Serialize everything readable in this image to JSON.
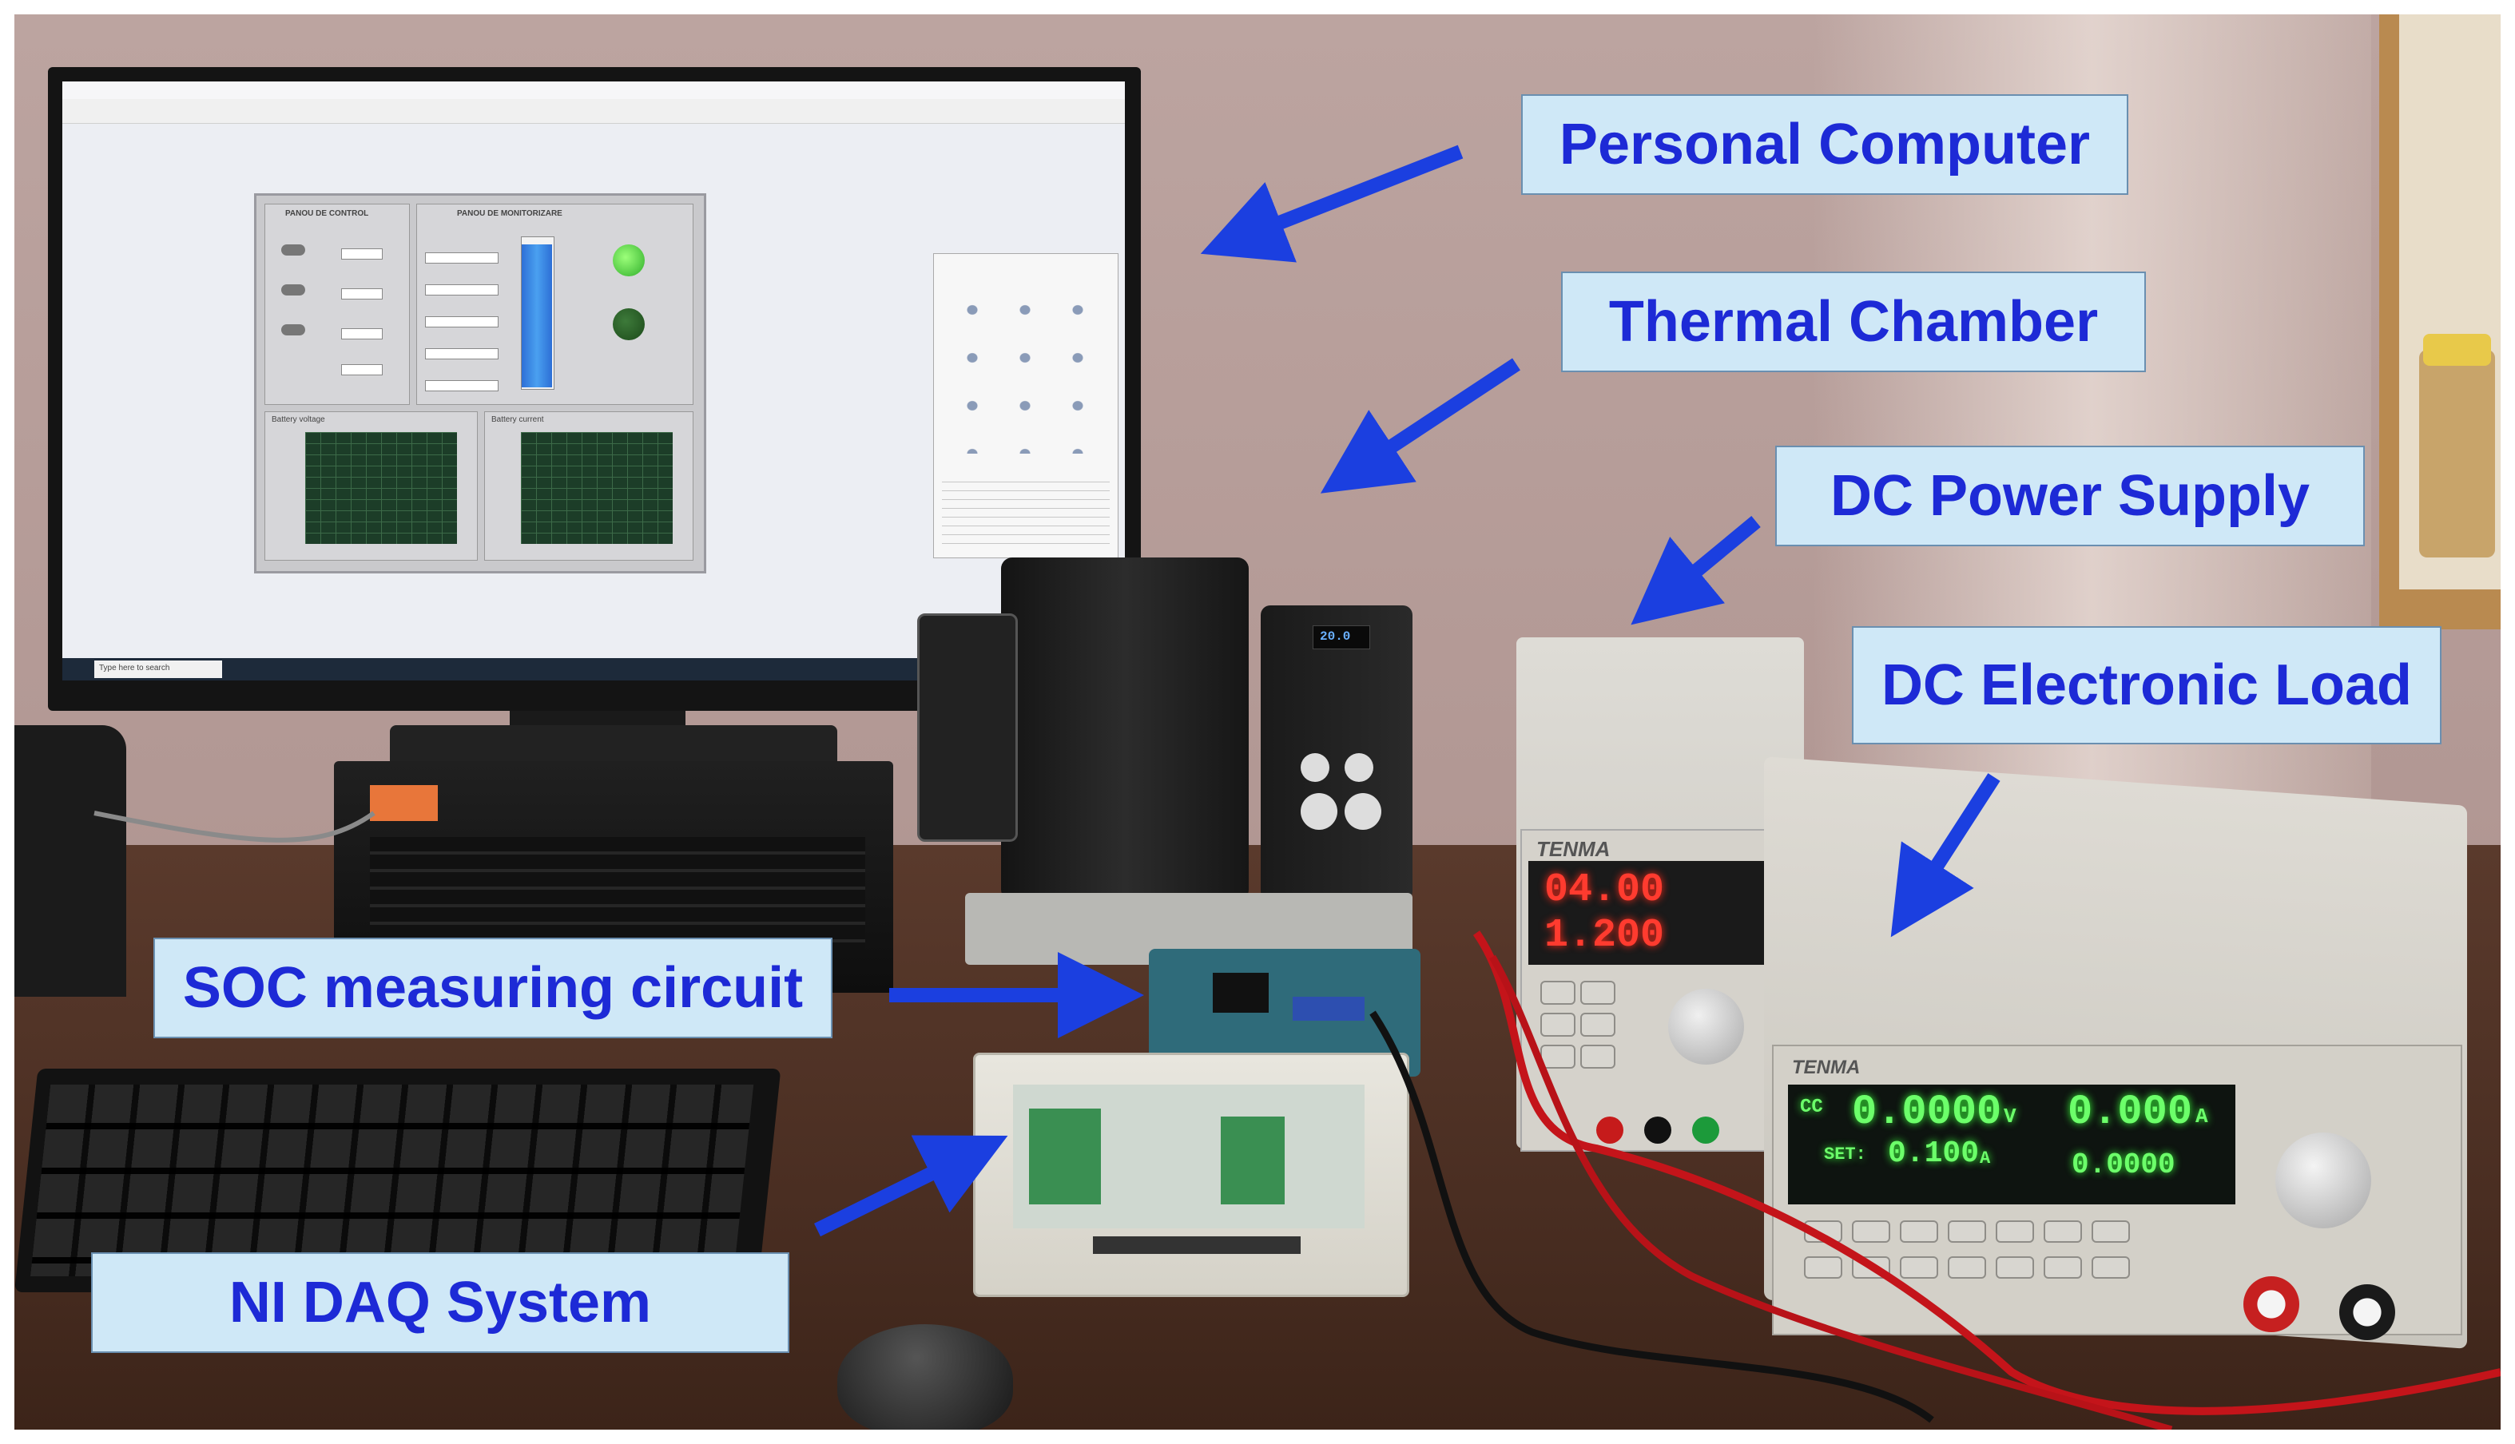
{
  "labels": {
    "personal_computer": "Personal Computer",
    "thermal_chamber": "Thermal Chamber",
    "dc_power_supply": "DC Power Supply",
    "dc_electronic_load": "DC Electronic Load",
    "soc_circuit": "SOC measuring circuit",
    "ni_daq": "NI DAQ System"
  },
  "colors": {
    "label_bg": "#cfe8f7",
    "label_text": "#1d2ad6",
    "arrow": "#1b3fe0"
  },
  "psu": {
    "brand": "TENMA",
    "voltage_display": "04.00",
    "current_display": "1.200"
  },
  "load": {
    "brand": "TENMA",
    "mode": "CC",
    "voltage_display": "0.0000",
    "voltage_unit": "V",
    "set_label": "SET:",
    "set_display": "0.100",
    "set_unit": "A",
    "current_display": "0.000",
    "current_unit": "A",
    "power_display": "0.0000"
  },
  "screen": {
    "control_panel_title": "PANOU DE CONTROL",
    "monitor_panel_title": "PANOU DE MONITORIZARE",
    "chart1_title": "Battery voltage",
    "chart2_title": "Battery current",
    "taskbar_search": "Type here to search"
  },
  "chamber": {
    "display_text": "20.0"
  }
}
